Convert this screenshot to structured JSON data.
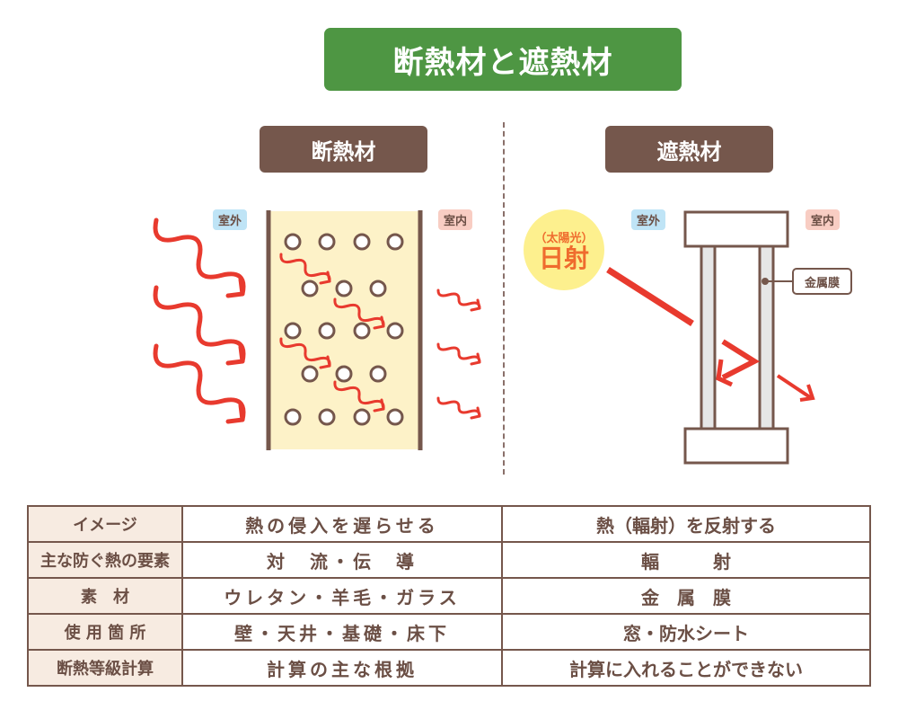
{
  "title": "断熱材と遮熱材",
  "colors": {
    "title_bg": "#4e9643",
    "subtitle_bg": "#75574c",
    "arrow": "#e83a2e",
    "insulation_fill": "#fdf2c8",
    "sun": "#fdf08e",
    "sun_text": "#ef6c2e",
    "outdoor_tag": "#bfe4f6",
    "indoor_tag": "#f8cdc3"
  },
  "left_panel": {
    "heading": "断熱材",
    "outdoor_label": "室外",
    "indoor_label": "室内"
  },
  "right_panel": {
    "heading": "遮熱材",
    "outdoor_label": "室外",
    "indoor_label": "室内",
    "sun_caption": "（太陽光）",
    "sun_label": "日射",
    "film_label": "金属膜"
  },
  "table": {
    "rows": [
      {
        "header": "イメージ",
        "insulation": "熱の侵入を遅らせる",
        "heat_shield": "熱（輻射）を反射する"
      },
      {
        "header": "主な防ぐ熱の要素",
        "insulation": "対　流・伝　導",
        "heat_shield": "輻　　　射"
      },
      {
        "header": "素　材",
        "insulation": "ウレタン・羊毛・ガラス",
        "heat_shield": "金　属　膜"
      },
      {
        "header": "使 用 箇 所",
        "insulation": "壁・天井・基礎・床下",
        "heat_shield": "窓・防水シート"
      },
      {
        "header": "断熱等級計算",
        "insulation": "計算の主な根拠",
        "heat_shield": "計算に入れることができない"
      }
    ]
  }
}
